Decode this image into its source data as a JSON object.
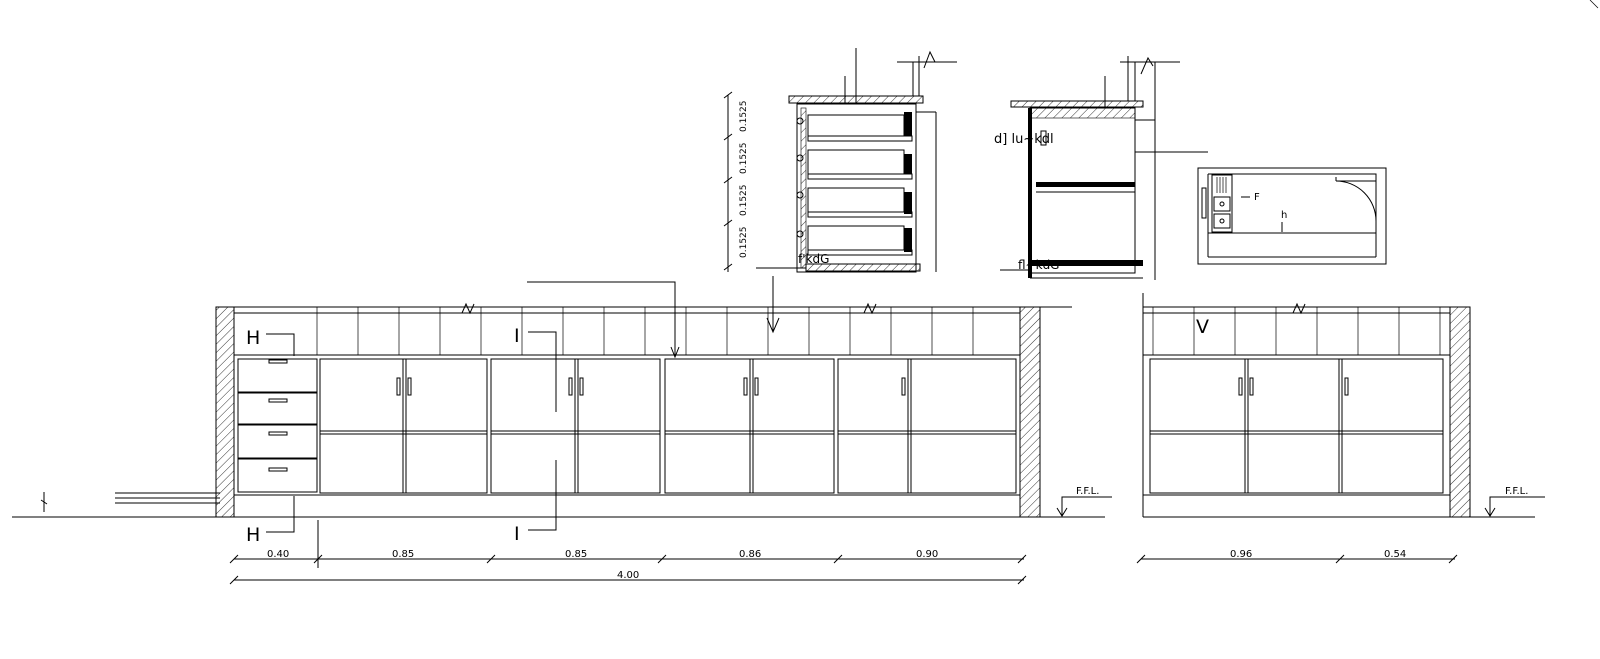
{
  "elevation_1": {
    "dims": [
      "0.40",
      "0.85",
      "0.85",
      "0.86",
      "0.90"
    ],
    "total": "4.00",
    "ffl": "F.F.L.",
    "section_h": "H",
    "section_i": "I"
  },
  "elevation_2": {
    "dims": [
      "0.96",
      "0.54"
    ],
    "ffl": "F.F.L.",
    "mark_v": "V"
  },
  "section_1": {
    "shelf_dims": [
      "0.1525",
      "0.1525",
      "0.1525",
      "0.1525"
    ],
    "label": "f'kdG"
  },
  "section_2": {
    "label_top": "d] lu~kdl",
    "label_bottom": "fl~kdG"
  },
  "plan": {
    "label_f": "F",
    "label_h": "h"
  }
}
